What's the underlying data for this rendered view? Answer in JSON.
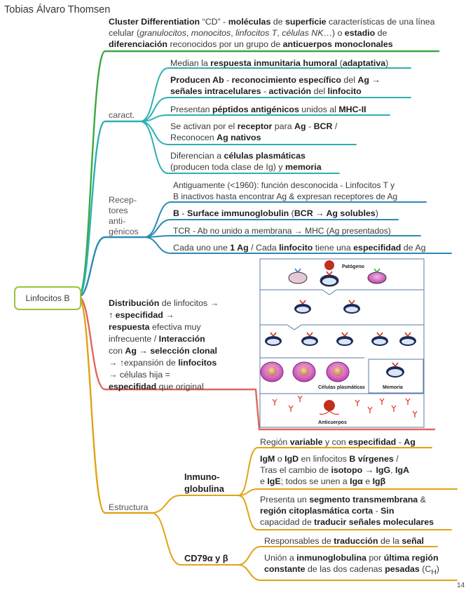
{
  "author": "Tobias Álvaro Thomsen",
  "page_number": "14",
  "root": {
    "label": "Linfocitos B"
  },
  "branch_colors": {
    "definition": "#3aa843",
    "caract": "#2fb0b0",
    "receptores": "#2a8bb4",
    "distribucion": "#e3665e",
    "estructura": "#e0a416"
  },
  "definition": {
    "parts": [
      {
        "text": "Cluster Differentiation",
        "b": true
      },
      {
        "text": " “CD” - "
      },
      {
        "text": "moléculas",
        "b": true
      },
      {
        "text": " de "
      },
      {
        "text": "superficie",
        "b": true
      },
      {
        "text": " características de una línea celular ("
      },
      {
        "text": "granulocitos",
        "i": true
      },
      {
        "text": ", "
      },
      {
        "text": "monocitos",
        "i": true
      },
      {
        "text": ", "
      },
      {
        "text": "linfocitos T",
        "i": true
      },
      {
        "text": ", "
      },
      {
        "text": "células NK",
        "i": true
      },
      {
        "text": "…) o "
      },
      {
        "text": "estadio",
        "b": true
      },
      {
        "text": " de "
      },
      {
        "text": "diferenciación",
        "b": true
      },
      {
        "text": " reconocidos por un grupo de "
      },
      {
        "text": "anticuerpos monoclonales",
        "b": true
      }
    ]
  },
  "caract": {
    "label": "caract.",
    "items": [
      {
        "parts": [
          {
            "text": "Median la "
          },
          {
            "text": "respuesta inmunitaria humoral",
            "b": true
          },
          {
            "text": " ("
          },
          {
            "text": "adaptativa",
            "b": true
          },
          {
            "text": ")"
          }
        ]
      },
      {
        "parts": [
          {
            "text": "Producen Ab",
            "b": true
          },
          {
            "text": " - "
          },
          {
            "text": "reconocimiento específico",
            "b": true
          },
          {
            "text": " del "
          },
          {
            "text": "Ag →",
            "b": true
          },
          {
            "text": "\n"
          },
          {
            "text": "señales intracelulares",
            "b": true
          },
          {
            "text": " - "
          },
          {
            "text": "activación",
            "b": true
          },
          {
            "text": " del "
          },
          {
            "text": "linfocito",
            "b": true
          }
        ]
      },
      {
        "parts": [
          {
            "text": "Presentan "
          },
          {
            "text": "péptidos antigénicos",
            "b": true
          },
          {
            "text": " unidos al "
          },
          {
            "text": "MHC-II",
            "b": true
          }
        ]
      },
      {
        "parts": [
          {
            "text": "Se activan por el "
          },
          {
            "text": "receptor",
            "b": true
          },
          {
            "text": " para "
          },
          {
            "text": "Ag",
            "b": true
          },
          {
            "text": " - "
          },
          {
            "text": "BCR",
            "b": true
          },
          {
            "text": " /\nReconocen "
          },
          {
            "text": "Ag nativos",
            "b": true
          }
        ]
      },
      {
        "parts": [
          {
            "text": "Diferencian a "
          },
          {
            "text": "células plasmáticas",
            "b": true
          },
          {
            "text": "\n(producen toda clase de Ig) y "
          },
          {
            "text": "memoria",
            "b": true
          }
        ]
      }
    ]
  },
  "receptores": {
    "label": "Recep-\ntores\nanti-\ngénicos",
    "items": [
      {
        "parts": [
          {
            "text": "Antiguamente (<1960): función desconocida - Linfocitos T y\nB inactivos hasta encontrar Ag & expresan receptores de Ag"
          }
        ]
      },
      {
        "parts": [
          {
            "text": "B",
            "b": true
          },
          {
            "text": " - "
          },
          {
            "text": "Surface immunoglobulin",
            "b": true
          },
          {
            "text": " ("
          },
          {
            "text": "BCR → Ag solubles",
            "b": true
          },
          {
            "text": ")"
          }
        ]
      },
      {
        "parts": [
          {
            "text": "TCR - Ab no unido a membrana → MHC (Ag presentados)"
          }
        ]
      },
      {
        "parts": [
          {
            "text": "Cada uno une "
          },
          {
            "text": "1 Ag",
            "b": true
          },
          {
            "text": " / Cada "
          },
          {
            "text": "linfocito",
            "b": true
          },
          {
            "text": " tiene una "
          },
          {
            "text": "especifidad",
            "b": true
          },
          {
            "text": " de Ag"
          }
        ]
      }
    ]
  },
  "distribucion": {
    "parts": [
      {
        "text": "Distribución",
        "b": true
      },
      {
        "text": " de linfocitos →\n"
      },
      {
        "text": "↑ especifidad →",
        "b": true
      },
      {
        "text": "\n"
      },
      {
        "text": "respuesta",
        "b": true
      },
      {
        "text": " efectiva muy\ninfrecuente / "
      },
      {
        "text": "Interacción",
        "b": true
      },
      {
        "text": "\ncon "
      },
      {
        "text": "Ag → selección clonal",
        "b": true
      },
      {
        "text": "\n→ ↑expansión de "
      },
      {
        "text": "linfocitos",
        "b": true
      },
      {
        "text": "\n→ células hija =\n"
      },
      {
        "text": "especifidad",
        "b": true
      },
      {
        "text": " que original"
      }
    ],
    "figure": {
      "labels": {
        "patogeno": "Patógeno",
        "plasmaticas": "Células plasmáticas",
        "memoria": "Memoria",
        "anticuerpos": "Anticuerpos"
      }
    }
  },
  "estructura": {
    "label": "Estructura",
    "inmuno": {
      "label": "Inmuno-\nglobulina",
      "items": [
        {
          "parts": [
            {
              "text": "Región "
            },
            {
              "text": "variable",
              "b": true
            },
            {
              "text": " y con "
            },
            {
              "text": "especifidad",
              "b": true
            },
            {
              "text": " - "
            },
            {
              "text": "Ag",
              "b": true
            }
          ]
        },
        {
          "parts": [
            {
              "text": "IgM",
              "b": true
            },
            {
              "text": " o "
            },
            {
              "text": "IgD",
              "b": true
            },
            {
              "text": " en linfocitos "
            },
            {
              "text": "B vírgenes",
              "b": true
            },
            {
              "text": " /\nTras el cambio de "
            },
            {
              "text": "isotopo → IgG",
              "b": true
            },
            {
              "text": ", "
            },
            {
              "text": "IgA",
              "b": true
            },
            {
              "text": "\ne "
            },
            {
              "text": "IgE",
              "b": true
            },
            {
              "text": "; todos se unen a "
            },
            {
              "text": "Igα",
              "b": true
            },
            {
              "text": " e "
            },
            {
              "text": "Igβ",
              "b": true
            }
          ]
        },
        {
          "parts": [
            {
              "text": "Presenta un "
            },
            {
              "text": "segmento transmembrana",
              "b": true
            },
            {
              "text": " &\n"
            },
            {
              "text": "región citoplasmática corta",
              "b": true
            },
            {
              "text": " - "
            },
            {
              "text": "Sin",
              "b": true
            },
            {
              "text": "\ncapacidad de "
            },
            {
              "text": "traducir señales moleculares",
              "b": true
            }
          ]
        }
      ]
    },
    "cd79": {
      "label": "CD79α y β",
      "items": [
        {
          "parts": [
            {
              "text": "Responsables de "
            },
            {
              "text": "traducción",
              "b": true
            },
            {
              "text": " de la "
            },
            {
              "text": "señal",
              "b": true
            }
          ]
        },
        {
          "parts": [
            {
              "text": "Unión a "
            },
            {
              "text": "inmunoglobulina",
              "b": true
            },
            {
              "text": " por "
            },
            {
              "text": "última región",
              "b": true
            },
            {
              "text": "\n"
            },
            {
              "text": "constante",
              "b": true
            },
            {
              "text": " de las dos cadenas "
            },
            {
              "text": "pesadas",
              "b": true
            },
            {
              "text": " (C"
            },
            {
              "text": "H",
              "sub": true
            },
            {
              "text": ")"
            }
          ]
        }
      ]
    }
  }
}
